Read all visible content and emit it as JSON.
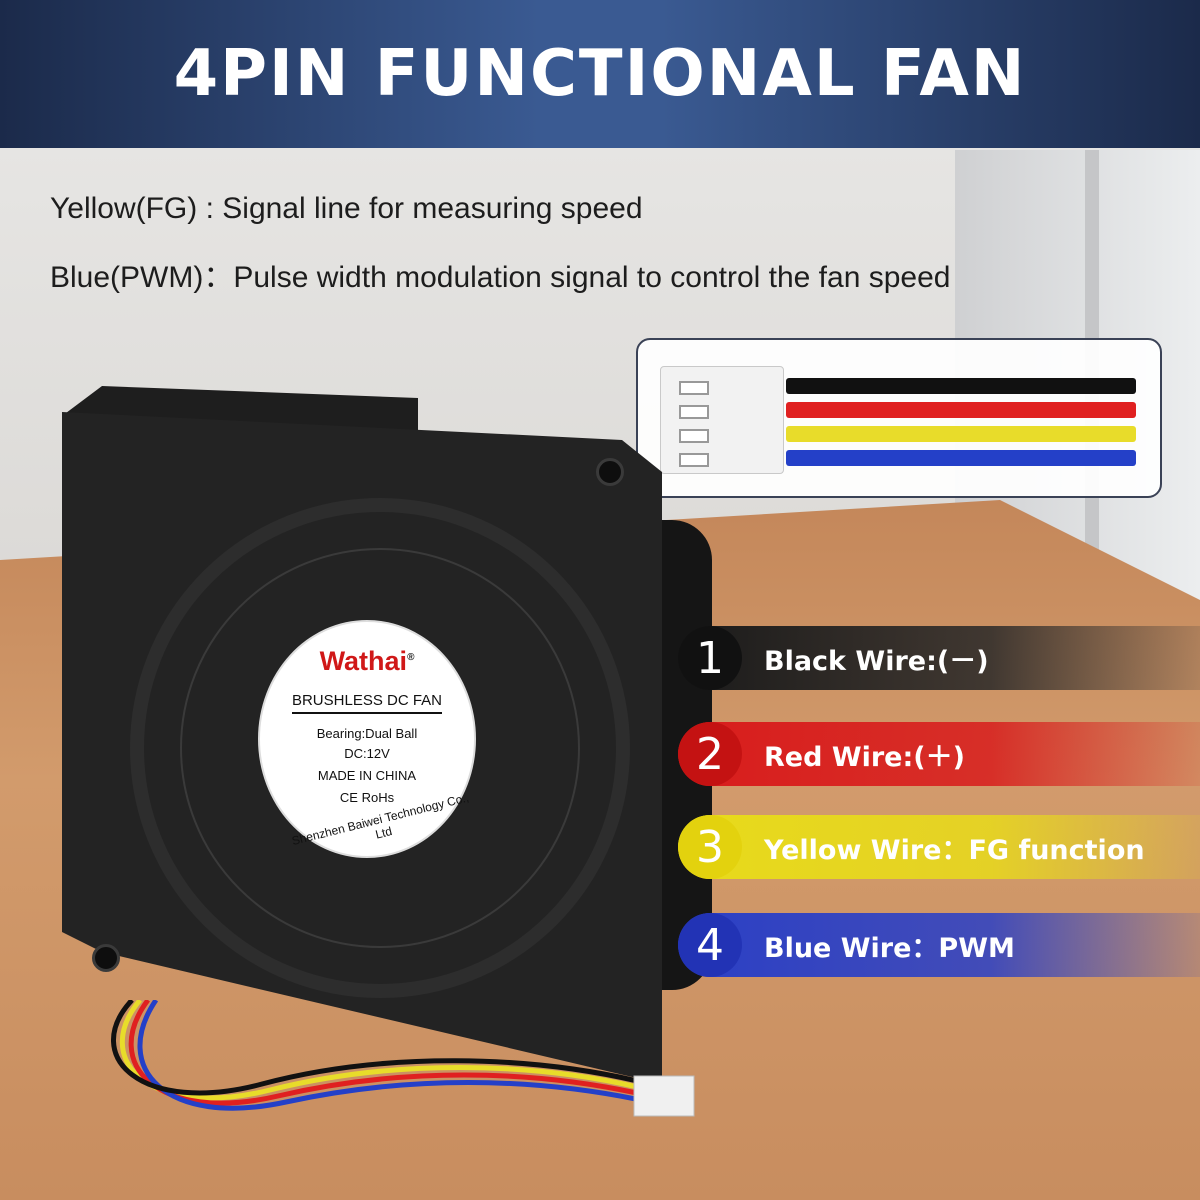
{
  "banner": {
    "title": "4PIN FUNCTIONAL FAN"
  },
  "descriptions": [
    "Yellow(FG) : Signal line for measuring speed",
    "Blue(PWM)：Pulse width modulation signal to control the fan speed"
  ],
  "fan_label": {
    "brand": "Wathai",
    "registered": "®",
    "type": "BRUSHLESS DC FAN",
    "bearing": "Bearing:Dual Ball",
    "voltage": "DC:12V",
    "origin": "MADE IN CHINA",
    "certs": "CE RoHs",
    "maker": "Shenzhen Baiwei Technology Co., Ltd"
  },
  "wires": [
    {
      "number": "1",
      "label": "Black Wire:(－)",
      "color": "#111111"
    },
    {
      "number": "2",
      "label": "Red Wire:(＋)",
      "color": "#d81c1c"
    },
    {
      "number": "3",
      "label": "Yellow Wire：FG function",
      "color": "#e8db1a"
    },
    {
      "number": "4",
      "label": "Blue Wire：PWM",
      "color": "#2a3fc6"
    }
  ],
  "connector_wire_colors": [
    "#111111",
    "#e02020",
    "#e8dc2a",
    "#2440c8"
  ]
}
